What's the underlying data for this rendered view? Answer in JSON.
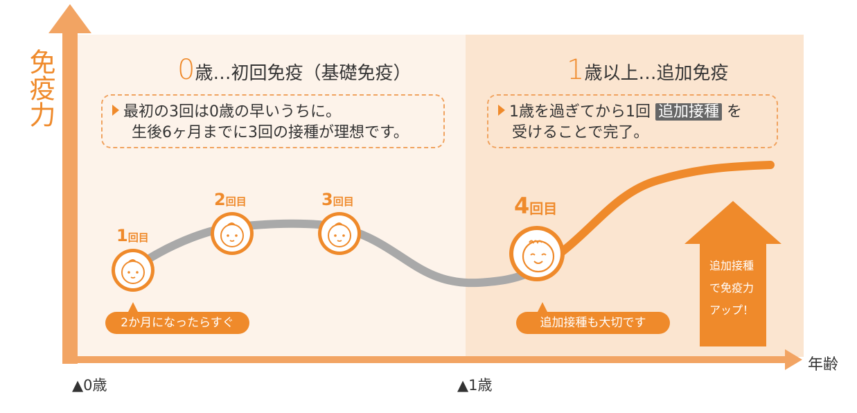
{
  "axis": {
    "y_label": "免疫力",
    "x_label": "年齢",
    "ticks": [
      "▲0歳",
      "▲1歳"
    ]
  },
  "phases": [
    {
      "title_num": "0",
      "title_rest": "歳…初回免疫（基礎免疫）"
    },
    {
      "title_num": "1",
      "title_rest": "歳以上…追加免疫"
    }
  ],
  "notes": {
    "first": {
      "line1": "最初の3回は0歳の早いうちに。",
      "line2": "生後6ヶ月までに3回の接種が理想です。"
    },
    "second": {
      "line1_pre": "1歳を過ぎてから1回",
      "highlight": "追加接種",
      "line1_post": "を",
      "line2": "受けることで完了。"
    }
  },
  "doses": [
    {
      "num": "1",
      "unit": "回目"
    },
    {
      "num": "2",
      "unit": "回目"
    },
    {
      "num": "3",
      "unit": "回目"
    },
    {
      "num": "4",
      "unit": "回目"
    }
  ],
  "callouts": {
    "first": "2か月になったらすぐ",
    "fourth": "追加接種も大切です"
  },
  "big_arrow": {
    "lines": [
      "追加接種",
      "で免疫力",
      "アップ！"
    ]
  },
  "colors": {
    "accent": "#ef8a2b",
    "axis": "#f2a463",
    "panel_left": "#fdf3ea",
    "panel_right": "#fbe5d0",
    "curve_gray": "#a9a9a9"
  }
}
